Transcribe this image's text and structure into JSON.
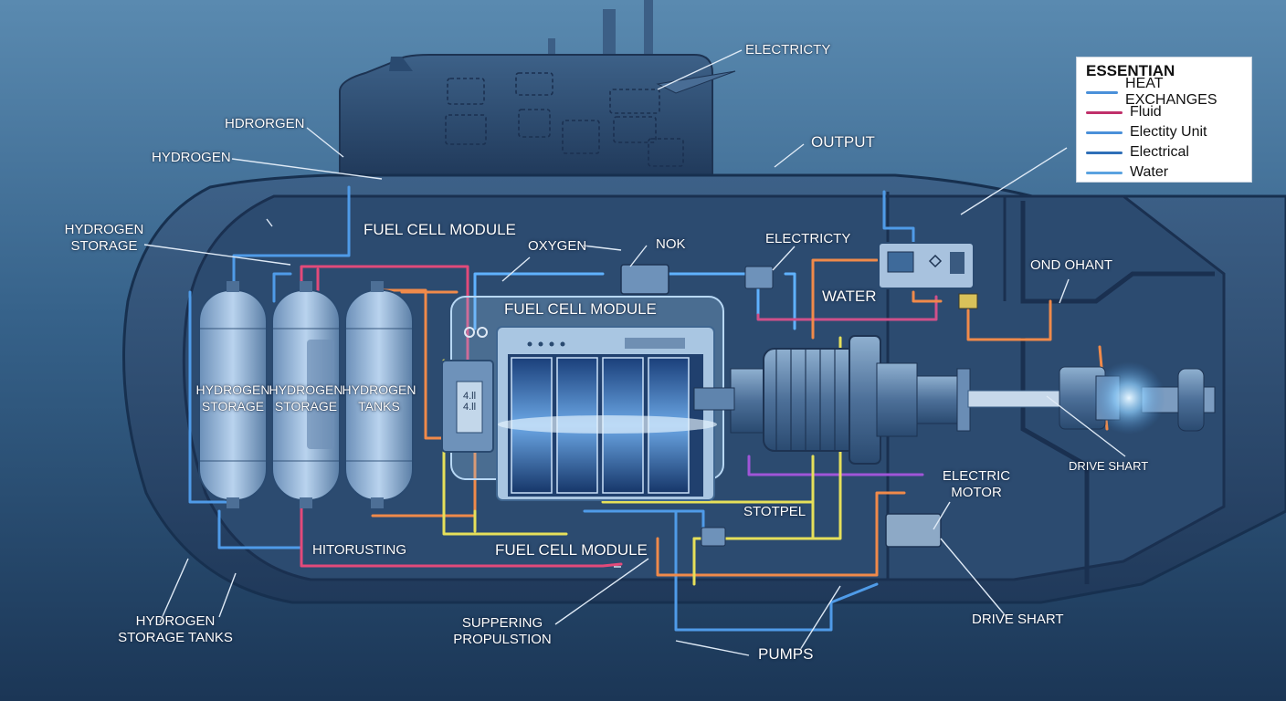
{
  "labels": {
    "electricity_top": "ELECTRICTY",
    "hdrorgen": "HDRORGEN",
    "hydrogen_top": "HYDROGEN",
    "hydrogen_storage_left": "HYDROGEN\nSTORAGE",
    "fuel_cell_module_top": "FUEL CELL MODULE",
    "oxygen": "OXYGEN",
    "nok": "NOK",
    "electricity_mid": "ELECTRICTY",
    "output": "OUTPUT",
    "water": "WATER",
    "ond_ohant": "OND OHANT",
    "fuel_cell_module_box": "FUEL CELL MODULE",
    "tank1": "HYDROGEN\nSTORAGE",
    "tank2": "HYDROGEN\nSTORAGE",
    "tank3": "HYDROGEN\nTANKS",
    "drive_shart_right": "DRIVE SHART",
    "electric_motor": "ELECTRIC\nMOTOR",
    "stotpel": "STOTPEL",
    "hitorusting": "HITORUSTING",
    "fuel_cell_module_bottom": "FUEL CELL MODULE",
    "hydrogen_storage_tanks": "HYDROGEN\nSTORAGE TANKS",
    "suppering_propulstion": "SUPPERING\nPROPULSTION",
    "pumps": "PUMPS",
    "drive_shart_bottom": "DRIVE SHART",
    "stack_glyph": "4.ll\n4.ll"
  },
  "legend": {
    "title": "ESSENTIAN",
    "items": [
      {
        "label": "HEAT EXCHANGES",
        "color": "#4a90d9"
      },
      {
        "label": "Fluid",
        "color": "#c0306a"
      },
      {
        "label": "Electity Unit",
        "color": "#4a90d9"
      },
      {
        "label": "Electrical",
        "color": "#2f6fb8"
      },
      {
        "label": "Water",
        "color": "#5ba3e0"
      }
    ]
  },
  "colors": {
    "sea_top": "#4f7fa6",
    "sea_bottom": "#1e3a5c",
    "hull": "#2d4d72",
    "hydrogen_line": "#e24a7a",
    "oxygen_line": "#5fb2ff",
    "electric_line": "#e6e05a",
    "heat_line": "#f08a4a"
  }
}
